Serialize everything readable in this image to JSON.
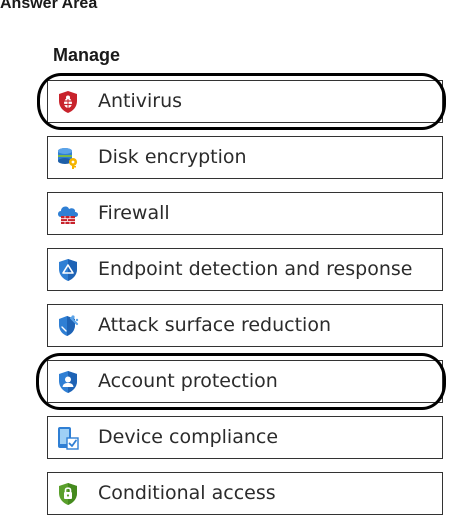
{
  "answer_area": {
    "title": "Answer Area"
  },
  "manage": {
    "title": "Manage",
    "items": [
      {
        "label": "Antivirus",
        "icon": "antivirus-shield-icon",
        "selected": true
      },
      {
        "label": "Disk encryption",
        "icon": "disk-encryption-icon",
        "selected": false
      },
      {
        "label": "Firewall",
        "icon": "firewall-cloud-icon",
        "selected": false
      },
      {
        "label": "Endpoint detection and response",
        "icon": "endpoint-detection-shield-icon",
        "selected": false
      },
      {
        "label": "Attack surface reduction",
        "icon": "attack-surface-shield-icon",
        "selected": false
      },
      {
        "label": "Account protection",
        "icon": "account-protection-shield-icon",
        "selected": true
      },
      {
        "label": "Device compliance",
        "icon": "device-compliance-icon",
        "selected": false
      },
      {
        "label": "Conditional access",
        "icon": "conditional-access-lock-icon",
        "selected": false
      }
    ]
  },
  "colors": {
    "selection_mark": "#000000",
    "item_border": "#333333",
    "antivirus_red": "#c8232c",
    "shield_blue": "#2f7fd4",
    "access_green": "#5aa02c"
  }
}
